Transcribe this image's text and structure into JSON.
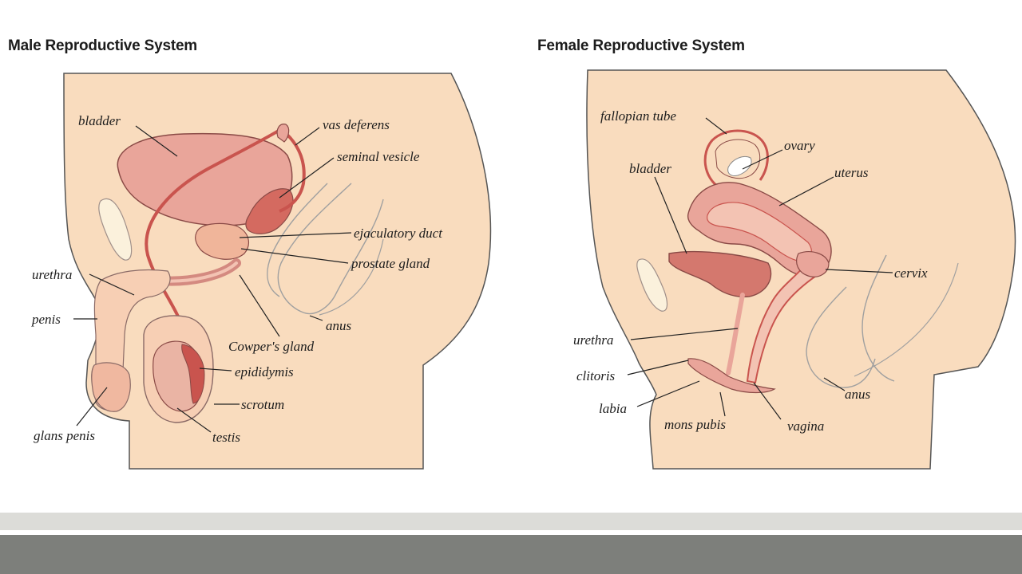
{
  "male": {
    "title": "Male Reproductive System",
    "labels": {
      "bladder": "bladder",
      "vas_deferens": "vas deferens",
      "seminal_vesicle": "seminal vesicle",
      "ejaculatory_duct": "ejaculatory duct",
      "prostate_gland": "prostate gland",
      "urethra": "urethra",
      "penis": "penis",
      "anus": "anus",
      "cowpers_gland": "Cowper's gland",
      "epididymis": "epididymis",
      "scrotum": "scrotum",
      "glans_penis": "glans penis",
      "testis": "testis"
    }
  },
  "female": {
    "title": "Female Reproductive System",
    "labels": {
      "fallopian_tube": "fallopian tube",
      "ovary": "ovary",
      "bladder": "bladder",
      "uterus": "uterus",
      "cervix": "cervix",
      "urethra": "urethra",
      "clitoris": "clitoris",
      "labia": "labia",
      "mons_pubis": "mons pubis",
      "vagina": "vagina",
      "anus": "anus"
    }
  },
  "colors": {
    "skin": "#f9dcbe",
    "organ": "#e9a59a",
    "organ_dark": "#c9544e",
    "outline": "#4a4040",
    "slide_band_light": "#dcdcd8",
    "slide_band_dark": "#7d7f7b"
  }
}
